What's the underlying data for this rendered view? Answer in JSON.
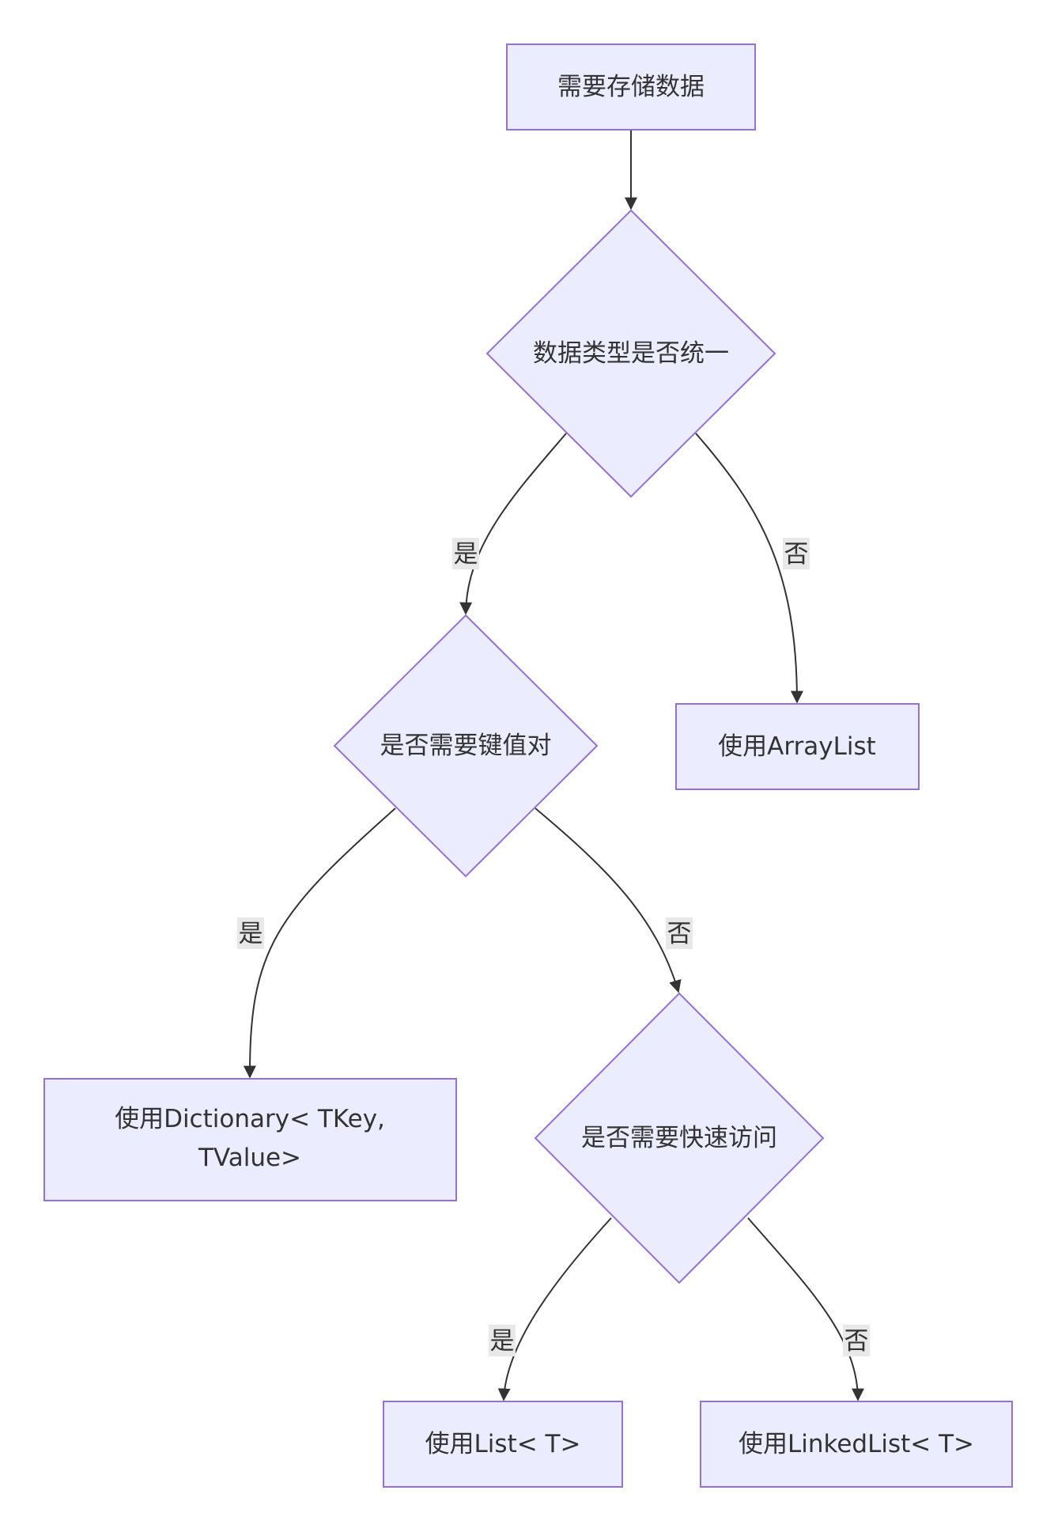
{
  "nodes": {
    "start": {
      "label": "需要存储数据"
    },
    "q_uniform": {
      "label": "数据类型是否统一"
    },
    "q_keyvalue": {
      "label": "是否需要键值对"
    },
    "use_arraylist": {
      "label": "使用ArrayList"
    },
    "use_dictionary": {
      "lines": [
        "使用Dictionary< TKey,",
        "TValue>"
      ]
    },
    "q_fast": {
      "label": "是否需要快速访问"
    },
    "use_list": {
      "label": "使用List< T>"
    },
    "use_linkedlist": {
      "label": "使用LinkedList< T>"
    }
  },
  "edges": {
    "uniform_yes": {
      "label": "是"
    },
    "uniform_no": {
      "label": "否"
    },
    "keyvalue_yes": {
      "label": "是"
    },
    "keyvalue_no": {
      "label": "否"
    },
    "fast_yes": {
      "label": "是"
    },
    "fast_no": {
      "label": "否"
    }
  },
  "colors": {
    "node_fill": "#ececff",
    "node_stroke": "#9370db",
    "edge": "#333333",
    "label_bg": "#e8e8e8"
  }
}
